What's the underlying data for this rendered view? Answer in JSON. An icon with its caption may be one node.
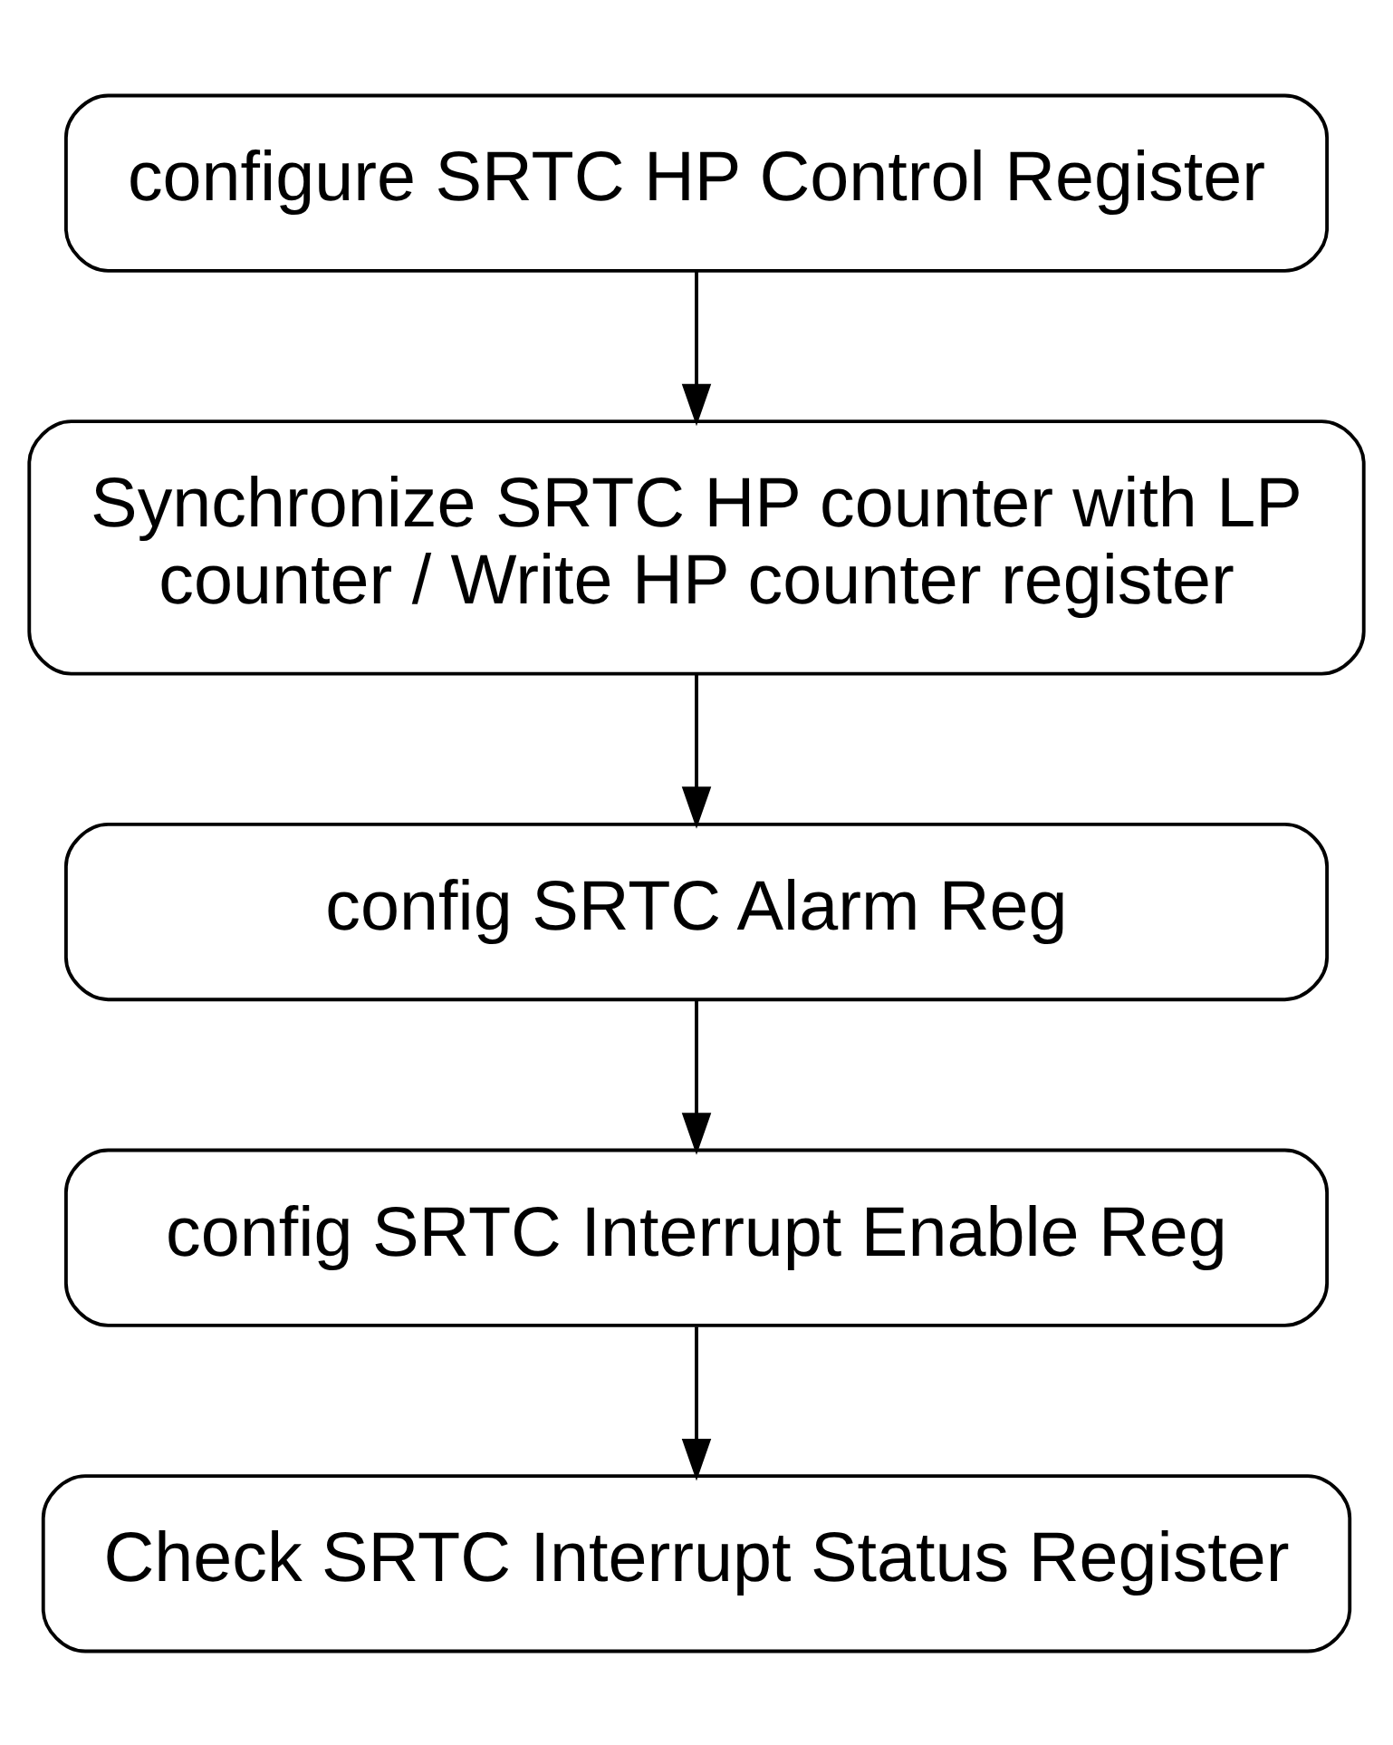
{
  "diagram": {
    "nodes": [
      {
        "text": [
          "configure SRTC HP Control Register"
        ]
      },
      {
        "text": [
          "Synchronize SRTC HP counter with LP counter / Write HP counter register"
        ]
      },
      {
        "text": [
          "config SRTC Alarm Reg"
        ]
      },
      {
        "text": [
          "config SRTC Interrupt Enable Reg"
        ]
      },
      {
        "text": [
          "Check SRTC Interrupt Status Register"
        ]
      }
    ],
    "edges": [
      {
        "from": 0,
        "to": 1,
        "arrow": "to"
      },
      {
        "from": 1,
        "to": 2,
        "arrow": "to"
      },
      {
        "from": 2,
        "to": 3,
        "arrow": "to"
      },
      {
        "from": 3,
        "to": 4,
        "arrow": "to"
      }
    ]
  }
}
